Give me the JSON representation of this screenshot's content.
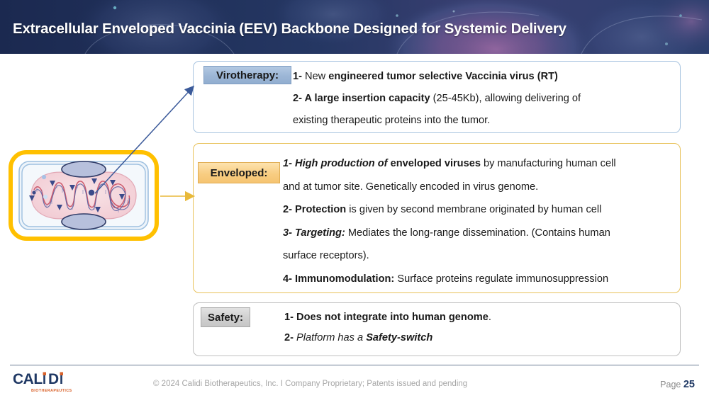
{
  "header": {
    "title": "Extracellular Enveloped Vaccinia (EEV) Backbone Designed for Systemic Delivery",
    "background_color": "#24355f",
    "title_color": "#ffffff"
  },
  "diagram": {
    "name": "enveloped-virus-cell-diagram",
    "outline_color": "#FFC000",
    "membrane_color": "#aecbe8",
    "cytoplasm_color": "#f6dde1",
    "inner_color": "#f2c9d1",
    "genome_color": "#5a5f9e",
    "marker_color": "#3b4a8a"
  },
  "connectors": {
    "virotherapy_arrow_color": "#3b5a9a",
    "enveloped_arrow_color": "#e8b93a"
  },
  "panels": [
    {
      "id": "virotherapy",
      "badge": "Virotherapy:",
      "badge_color": "#9cb6d6",
      "border_color": "#a8c4e0",
      "lines": [
        [
          {
            "t": "1- ",
            "s": "b"
          },
          {
            "t": "New ",
            "s": "n"
          },
          {
            "t": "engineered tumor selective Vaccinia virus (RT)",
            "s": "b"
          }
        ],
        [
          {
            "t": "2- A large insertion capacity ",
            "s": "b"
          },
          {
            "t": "(25-45Kb),  allowing delivering of",
            "s": "n"
          }
        ],
        [
          {
            "t": "existing therapeutic proteins into the tumor.",
            "s": "n"
          }
        ]
      ]
    },
    {
      "id": "enveloped",
      "badge": "Enveloped:",
      "badge_color": "#f8cd82",
      "border_color": "#e8c25a",
      "lines": [
        [
          {
            "t": "1- High production of ",
            "s": "bi"
          },
          {
            "t": "enveloped viruses ",
            "s": "b"
          },
          {
            "t": "by manufacturing human cell",
            "s": "n"
          }
        ],
        [
          {
            "t": "and at tumor site. Genetically encoded in virus genome.",
            "s": "n"
          }
        ],
        [
          {
            "t": "2- Protection ",
            "s": "b"
          },
          {
            "t": "is given by second membrane originated by human cell",
            "s": "n"
          }
        ],
        [
          {
            "t": "3- Targeting: ",
            "s": "bi"
          },
          {
            "t": "Mediates the long-range dissemination. (Contains human",
            "s": "n"
          }
        ],
        [
          {
            "t": "surface receptors).",
            "s": "n"
          }
        ],
        [
          {
            "t": "4- Immunomodulation: ",
            "s": "b"
          },
          {
            "t": "Surface proteins regulate immunosuppression",
            "s": "n"
          }
        ]
      ]
    },
    {
      "id": "safety",
      "badge": "Safety:",
      "badge_color": "#cfcfcf",
      "border_color": "#bfbfbf",
      "lines": [
        [
          {
            "t": "1- Does not integrate into human genome",
            "s": "b"
          },
          {
            "t": ".",
            "s": "n"
          }
        ],
        [
          {
            "t": "2- ",
            "s": "b"
          },
          {
            "t": "Platform has a ",
            "s": "i"
          },
          {
            "t": "Safety-switch",
            "s": "bi"
          }
        ]
      ]
    }
  ],
  "footer": {
    "logo_text": "CALiDi",
    "logo_sub": "BIOTHERAPEUTICS",
    "logo_color": "#1f3864",
    "logo_accent": "#d9622b",
    "copyright": "© 2024 Calidi Biotherapeutics, Inc. I  Company Proprietary; Patents issued and pending",
    "page_label": "Page",
    "page_number": "25"
  }
}
